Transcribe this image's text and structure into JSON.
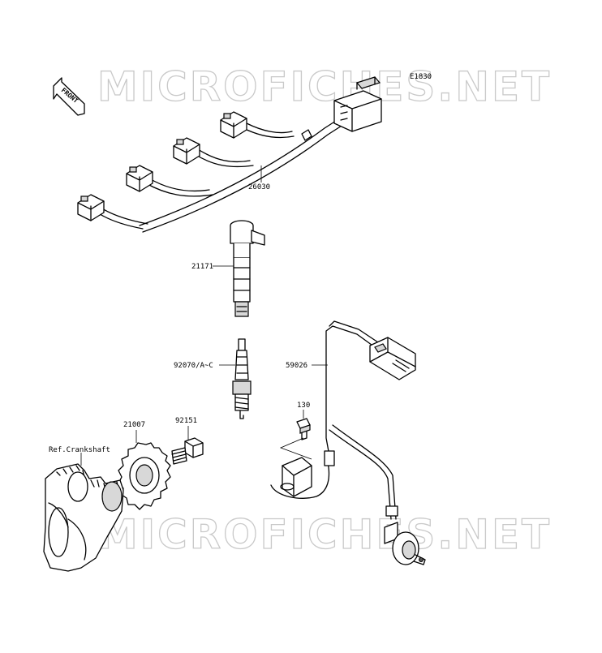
{
  "watermark": {
    "text": "MICROFICHES.NET"
  },
  "diagram_code": "E1830",
  "front_marker": {
    "text": "FRONT"
  },
  "callouts": {
    "harness": "26030",
    "ignition_coil": "21171",
    "spark_plug": "92070/A~C",
    "sensor_harness": "59026",
    "screw": "130",
    "rotor": "21007",
    "bolt": "92151",
    "crankshaft": "Ref.Crankshaft"
  }
}
